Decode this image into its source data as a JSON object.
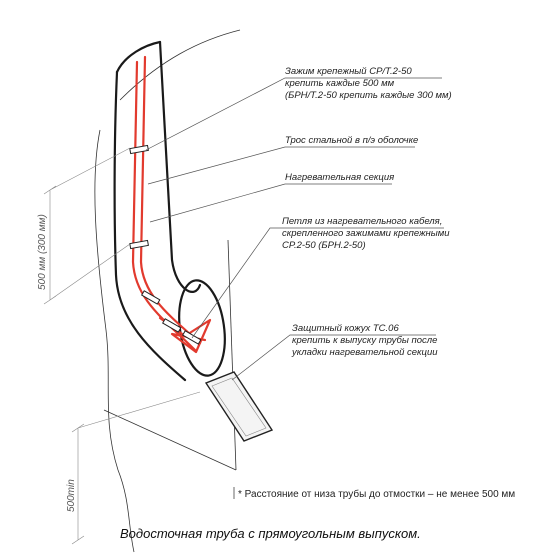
{
  "labels": {
    "clamp_line1": "Зажим крепежный CP/T.2-50",
    "clamp_line2": "крепить каждые 500 мм",
    "clamp_line3": "(БРН/Т.2-50 крепить каждые 300 мм)",
    "steel_cable": "Трос стальной в п/э оболочке",
    "heating_section": "Нагревательная секция",
    "loop_line1": "Петля из нагревательного кабеля,",
    "loop_line2": "скрепленного зажимами крепежными",
    "loop_line3": "CP.2-50 (БРН.2-50)",
    "casing_line1": "Защитный кожух TC.06",
    "casing_line2": "крепить к выпуску трубы после",
    "casing_line3": "укладки нагревательной секции"
  },
  "dimensions": {
    "clamp_spacing": "500 мм (300 мм)",
    "min_height": "500min"
  },
  "footnote": "* Расстояние от низа трубы до отмостки – не менее 500 мм",
  "caption": "Водосточная труба с прямоугольным выпуском.",
  "colors": {
    "cable": "#e23a2e",
    "pipe": "#1a1a1a"
  }
}
